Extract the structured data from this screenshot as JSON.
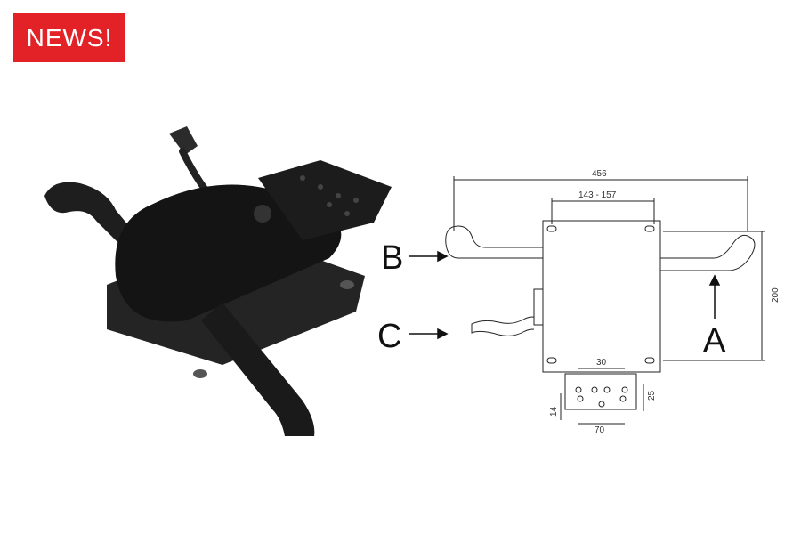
{
  "badge": {
    "label": "NEWS!",
    "color": "#e32228"
  },
  "product_photo": {
    "icon": "chair-mechanism-photo"
  },
  "technical_drawing": {
    "dimensions": {
      "overall_width": "456",
      "plate_range": "143 - 157",
      "height": "200",
      "hole_spacing_top": "30",
      "hole_spacing_side": "25",
      "hole_offset": "14",
      "hole_spacing_bottom": "70"
    },
    "callouts": {
      "a": "A",
      "b": "B",
      "c": "C"
    }
  }
}
